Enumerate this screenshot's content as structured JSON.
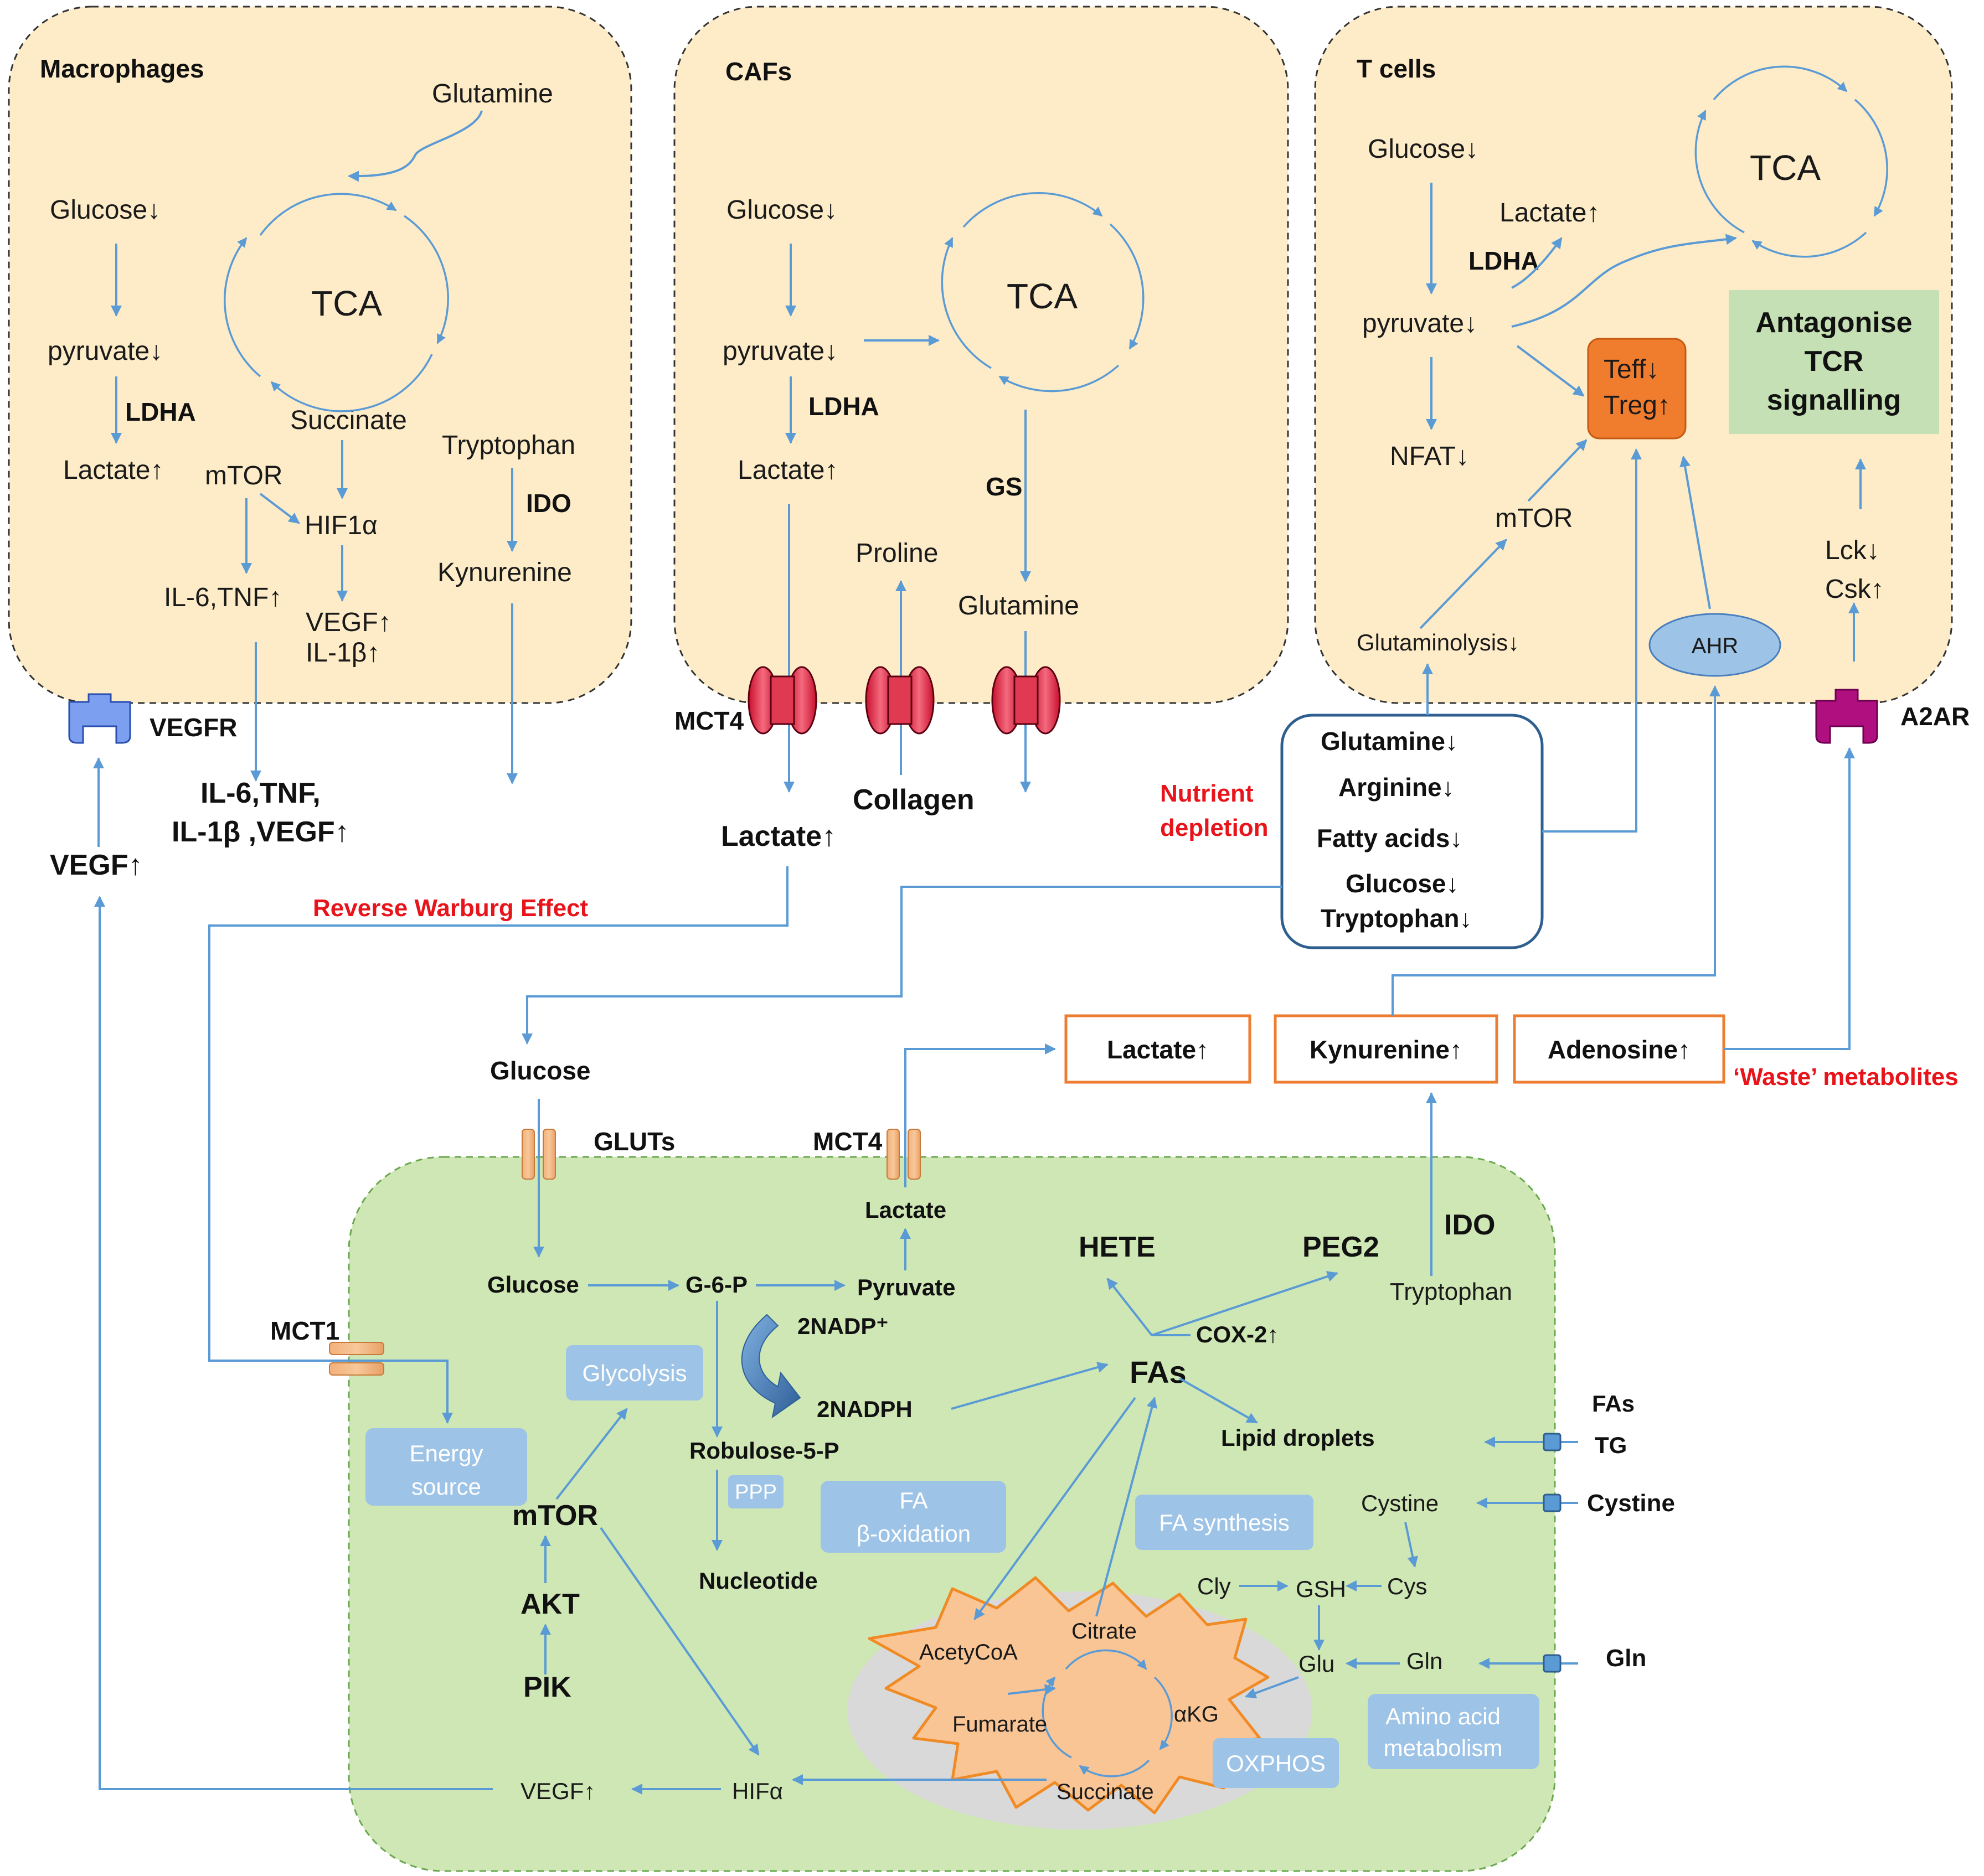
{
  "macrophages": {
    "title": "Macrophages",
    "glutamine": "Glutamine",
    "glucose": "Glucose↓",
    "tca": "TCA",
    "pyruvate": "pyruvate↓",
    "ldha": "LDHA",
    "succinate": "Succinate",
    "tryptophan": "Tryptophan",
    "lactate": "Lactate↑",
    "mtor": "mTOR",
    "hif1a": "HIF1α",
    "ido": "IDO",
    "il6tnf": "IL-6,TNF↑",
    "kynurenine": "Kynurenine",
    "vegf": "VEGF↑",
    "il1b": "IL-1β↑"
  },
  "cafs": {
    "title": "CAFs",
    "glucose": "Glucose↓",
    "tca": "TCA",
    "pyruvate": "pyruvate↓",
    "ldha": "LDHA",
    "lactate": "Lactate↑",
    "gs": "GS",
    "proline": "Proline",
    "glutamine": "Glutamine"
  },
  "tcells": {
    "title": "T cells",
    "glucose": "Glucose↓",
    "tca": "TCA",
    "lactate": "Lactate↑",
    "ldha": "LDHA",
    "pyruvate": "pyruvate↓",
    "teff": "Teff↓",
    "treg": "Treg↑",
    "antagonise_1": "Antagonise",
    "antagonise_2": "TCR",
    "antagonise_3": "signalling",
    "nfat": "NFAT↓",
    "mtor": "mTOR",
    "lck": "Lck↓",
    "csk": "Csk↑",
    "glutaminolysis": "Glutaminolysis↓",
    "ahr": "AHR"
  },
  "outside": {
    "vegfr": "VEGFR",
    "cytokines_1": "IL-6,TNF,",
    "cytokines_2": "IL-1β ,VEGF↑",
    "vegf": "VEGF↑",
    "mct4": "MCT4",
    "collagen": "Collagen",
    "lactate": "Lactate↑",
    "reverse_warburg": "Reverse Warburg Effect",
    "nutrient_depletion_1": "Nutrient",
    "nutrient_depletion_2": "depletion",
    "nutrients": [
      "Glutamine↓",
      "Arginine↓",
      "Fatty acids↓",
      "Glucose↓",
      "Tryptophan↓"
    ],
    "a2ar": "A2AR",
    "glucose": "Glucose",
    "waste": [
      "Lactate↑",
      "Kynurenine↑",
      "Adenosine↑"
    ],
    "waste_label": "‘Waste’ metabolites",
    "gluts": "GLUTs",
    "mct4_tumor": "MCT4",
    "mct1": "MCT1"
  },
  "tumor": {
    "lactate": "Lactate",
    "glucose": "Glucose",
    "g6p": "G-6-P",
    "pyruvate": "Pyruvate",
    "nadp": "2NADP⁺",
    "nadph": "2NADPH",
    "glycolysis": "Glycolysis",
    "energy_1": "Energy",
    "energy_2": "source",
    "robulose": "Robulose-5-P",
    "ppp": "PPP",
    "fa_beta_1": "FA",
    "fa_beta_2": "β-oxidation",
    "nucleotide": "Nucleotide",
    "mtor": "mTOR",
    "akt": "AKT",
    "pik": "PIK",
    "hete": "HETE",
    "peg2": "PEG2",
    "ido": "IDO",
    "tryptophan": "Tryptophan",
    "cox2": "COX-2↑",
    "fas": "FAs",
    "lipid": "Lipid droplets",
    "fa_synthesis": "FA synthesis",
    "in_fas": "FAs",
    "in_tg": "TG",
    "cystine": "Cystine",
    "in_cystine": "Cystine",
    "cly": "Cly",
    "gsh": "GSH",
    "cys": "Cys",
    "glu": "Glu",
    "gln": "Gln",
    "in_gln": "Gln",
    "acetycoa": "AcetyCoA",
    "citrate": "Citrate",
    "fumarate": "Fumarate",
    "akg": "αKG",
    "succinate": "Succinate",
    "oxphos": "OXPHOS",
    "amino_1": "Amino acid",
    "amino_2": "metabolism",
    "hifa": "HIFα",
    "vegf": "VEGF↑"
  },
  "colors": {
    "cell_fill": "#fdecc7",
    "tumor_fill": "#cfe7b4",
    "arrow": "#5b9bd5",
    "label_box": "#9dc3e6",
    "teff_box": "#f07c2e",
    "antagonise_box": "#c5e0b4",
    "waste_border": "#ed7d31",
    "mito_fill": "#f9c595",
    "red_text": "#e8141b"
  }
}
